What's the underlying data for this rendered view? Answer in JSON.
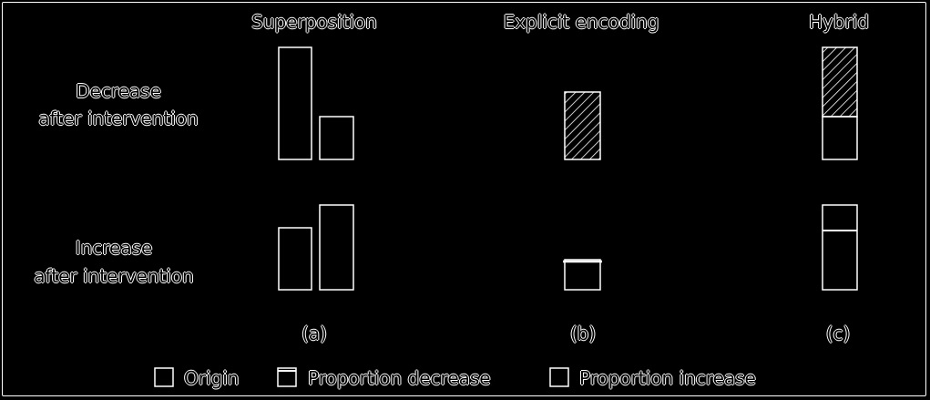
{
  "columns": [
    {
      "id": "superposition",
      "title": "Superposition",
      "sub": "(a)"
    },
    {
      "id": "explicit",
      "title": "Explicit encoding",
      "sub": "(b)"
    },
    {
      "id": "hybrid",
      "title": "Hybrid",
      "sub": "(c)"
    }
  ],
  "rows": [
    {
      "id": "decrease",
      "line1": "Decrease",
      "line2": "after intervention"
    },
    {
      "id": "increase",
      "line1": "Increase",
      "line2": "after intervention"
    }
  ],
  "legend": [
    {
      "id": "origin",
      "label": "Origin"
    },
    {
      "id": "decrease",
      "label": "Proportion decrease"
    },
    {
      "id": "increase",
      "label": "Proportion increase"
    }
  ],
  "colors": {
    "background": "#000000",
    "stroke": "#ffffff"
  }
}
